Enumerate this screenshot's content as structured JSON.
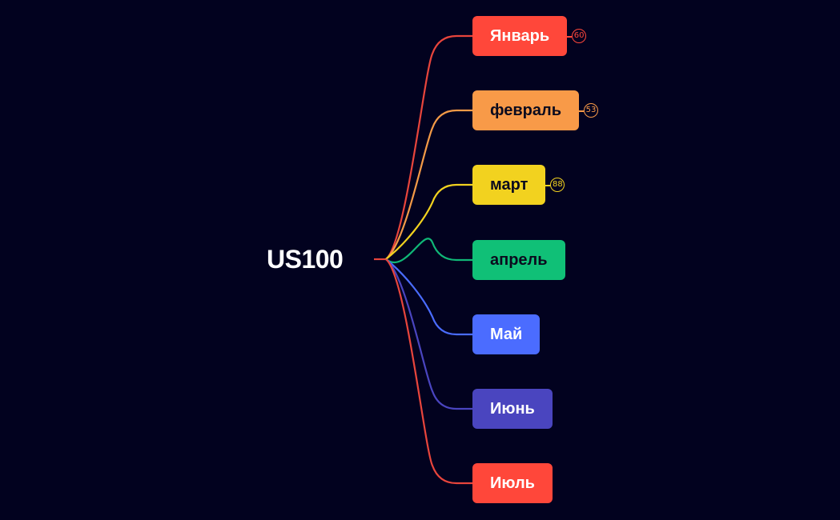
{
  "mindmap": {
    "root": "US100",
    "root_color": "#e8453c",
    "children": [
      {
        "label": "Январь",
        "count": "60",
        "color": "#ff473a",
        "text_color": "#ffffff",
        "line_color": "#e8453c"
      },
      {
        "label": "февраль",
        "count": "53",
        "color": "#f89a48",
        "text_color": "#0b0b1e",
        "line_color": "#f39a47"
      },
      {
        "label": "март",
        "count": "88",
        "color": "#f2d21f",
        "text_color": "#0b0b1e",
        "line_color": "#f2d21f"
      },
      {
        "label": "апрель",
        "count": "",
        "color": "#10c077",
        "text_color": "#0b0b1e",
        "line_color": "#10b777"
      },
      {
        "label": "Май",
        "count": "",
        "color": "#4b6cff",
        "text_color": "#ffffff",
        "line_color": "#4a6cff"
      },
      {
        "label": "Июнь",
        "count": "",
        "color": "#4a45bf",
        "text_color": "#ffffff",
        "line_color": "#4a45c0"
      },
      {
        "label": "Июль",
        "count": "",
        "color": "#ff473a",
        "text_color": "#ffffff",
        "line_color": "#e8453c"
      }
    ]
  }
}
